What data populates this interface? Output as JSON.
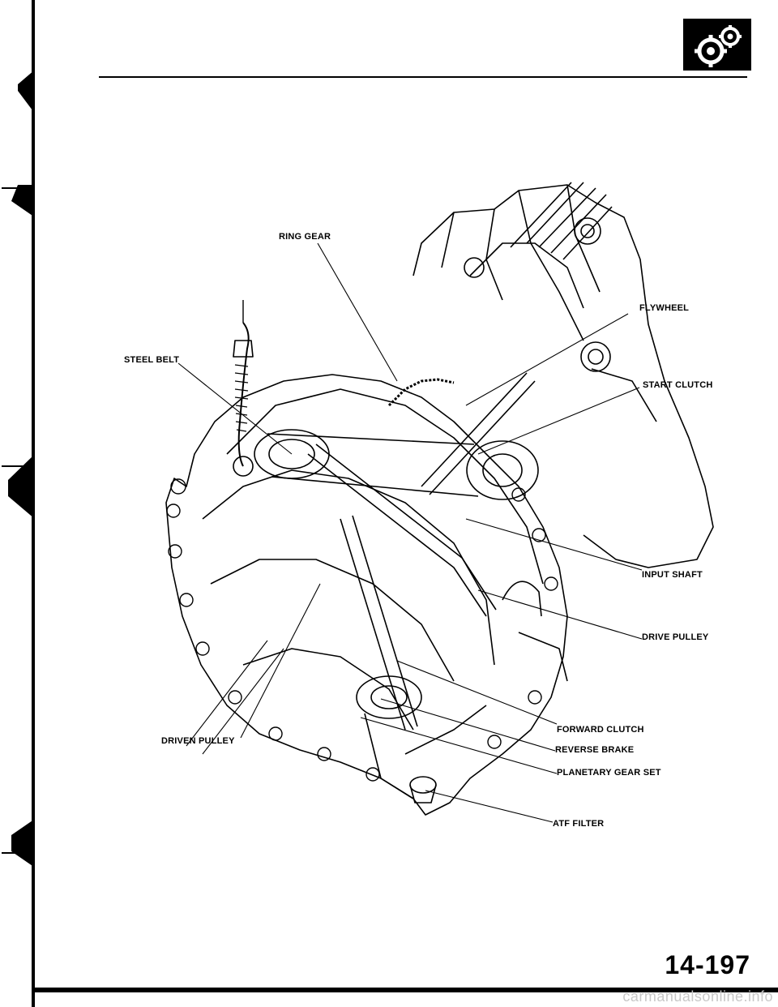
{
  "header": {
    "section_icon": "gear-icon"
  },
  "diagram": {
    "labels": {
      "ring_gear": "RING GEAR",
      "flywheel": "FLYWHEEL",
      "steel_belt": "STEEL BELT",
      "start_clutch": "START CLUTCH",
      "input_shaft": "INPUT SHAFT",
      "drive_pulley": "DRIVE PULLEY",
      "driven_pulley": "DRIVEN PULLEY",
      "forward_clutch": "FORWARD CLUTCH",
      "reverse_brake": "REVERSE BRAKE",
      "planetary_gear_set": "PLANETARY GEAR SET",
      "atf_filter": "ATF FILTER"
    }
  },
  "footer": {
    "page_number": "14-197",
    "watermark": "carmanualsonline.info"
  }
}
